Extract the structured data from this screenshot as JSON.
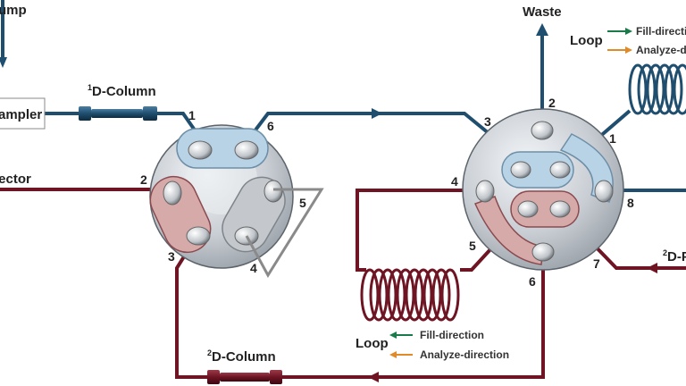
{
  "colors": {
    "blue_line": "#1f4e6e",
    "red_line": "#6e1423",
    "fill_arrow": "#1a7a4a",
    "analyze_arrow": "#e08a2a",
    "valve_face": "#c9ced4",
    "gray_loop": "#8a8a8a"
  },
  "labels": {
    "pump": "Pump",
    "sampler": "Sampler",
    "detector": "Detector",
    "column_1d": "D-Column",
    "column_1d_sup": "1",
    "column_2d": "D-Column",
    "column_2d_sup": "2",
    "waste": "Waste",
    "second_d_pump": "D-Pump",
    "second_d_pump_sup": "2"
  },
  "left_valve_ports": [
    "1",
    "2",
    "3",
    "4",
    "5",
    "6"
  ],
  "right_valve_ports": [
    "1",
    "2",
    "3",
    "4",
    "5",
    "6",
    "7",
    "8"
  ],
  "legend_top": {
    "title": "Loop",
    "fill": "Fill-direction",
    "analyze": "Analyze-direction"
  },
  "legend_bottom": {
    "title": "Loop",
    "fill": "Fill-direction",
    "analyze": "Analyze-direction"
  }
}
